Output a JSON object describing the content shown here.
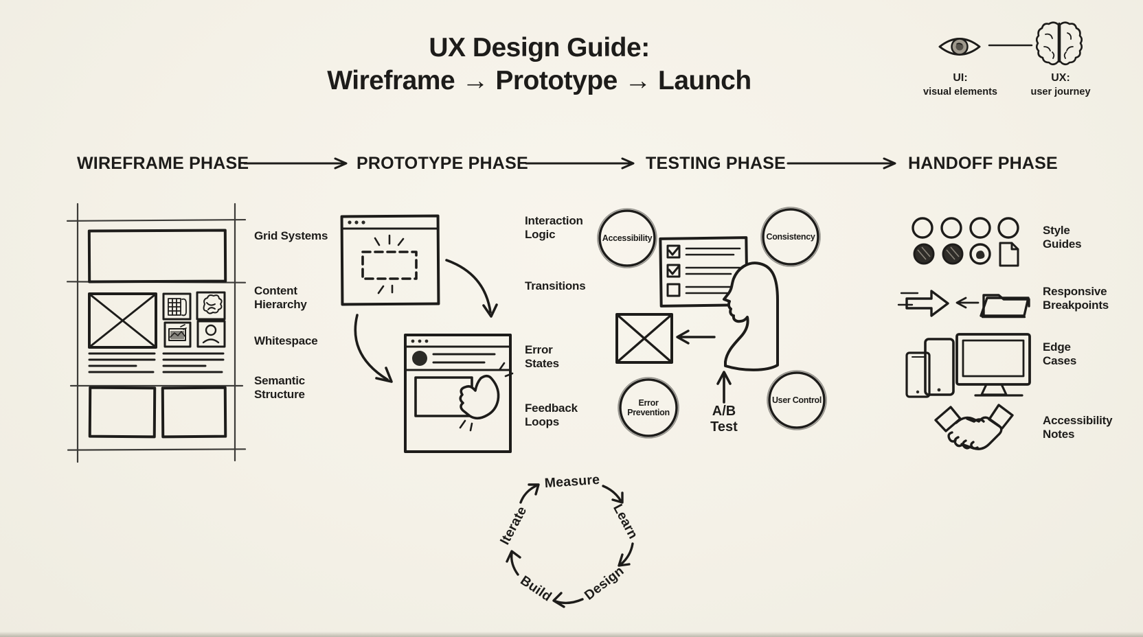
{
  "title": {
    "line1": "UX Design Guide:",
    "line2": "Wireframe → Prototype → Launch"
  },
  "legend": {
    "ui": {
      "term": "UI:",
      "desc": "visual elements",
      "icon": "eye-icon"
    },
    "ux": {
      "term": "UX:",
      "desc": "user journey",
      "icon": "brain-icon"
    }
  },
  "phase_headers": {
    "wireframe": "WIREFRAME PHASE",
    "prototype": "PROTOTYPE PHASE",
    "testing": "TESTING PHASE",
    "handoff": "HANDOFF PHASE"
  },
  "wireframe_phase": {
    "labels": [
      "Grid Systems",
      "Content Hierarchy",
      "Whitespace",
      "Semantic Structure"
    ]
  },
  "prototype_phase": {
    "labels": [
      "Interaction Logic",
      "Transitions",
      "Error States",
      "Feedback Loops"
    ]
  },
  "testing_phase": {
    "circles": [
      "Accessibility",
      "Consistency",
      "Error Prevention",
      "User Control"
    ],
    "ab_test": "A/B Test"
  },
  "handoff_phase": {
    "labels": [
      "Style Guides",
      "Responsive Breakpoints",
      "Edge Cases",
      "Accessibility Notes"
    ]
  },
  "cycle": {
    "steps": [
      "Measure",
      "Learn",
      "Design",
      "Build",
      "Iterate"
    ]
  },
  "icons": [
    "eye-icon",
    "brain-icon",
    "wireframe-sketch",
    "browser-window-icon",
    "tap-hand-icon",
    "checklist-icon",
    "person-silhouette-icon",
    "image-placeholder-icon",
    "color-swatches-icon",
    "document-icon",
    "block-arrow-icon",
    "folder-icon",
    "phone-icon",
    "tablet-icon",
    "monitor-icon",
    "handshake-icon"
  ],
  "colors": {
    "paper": "#f5f2e9",
    "ink": "#1d1c1a"
  }
}
